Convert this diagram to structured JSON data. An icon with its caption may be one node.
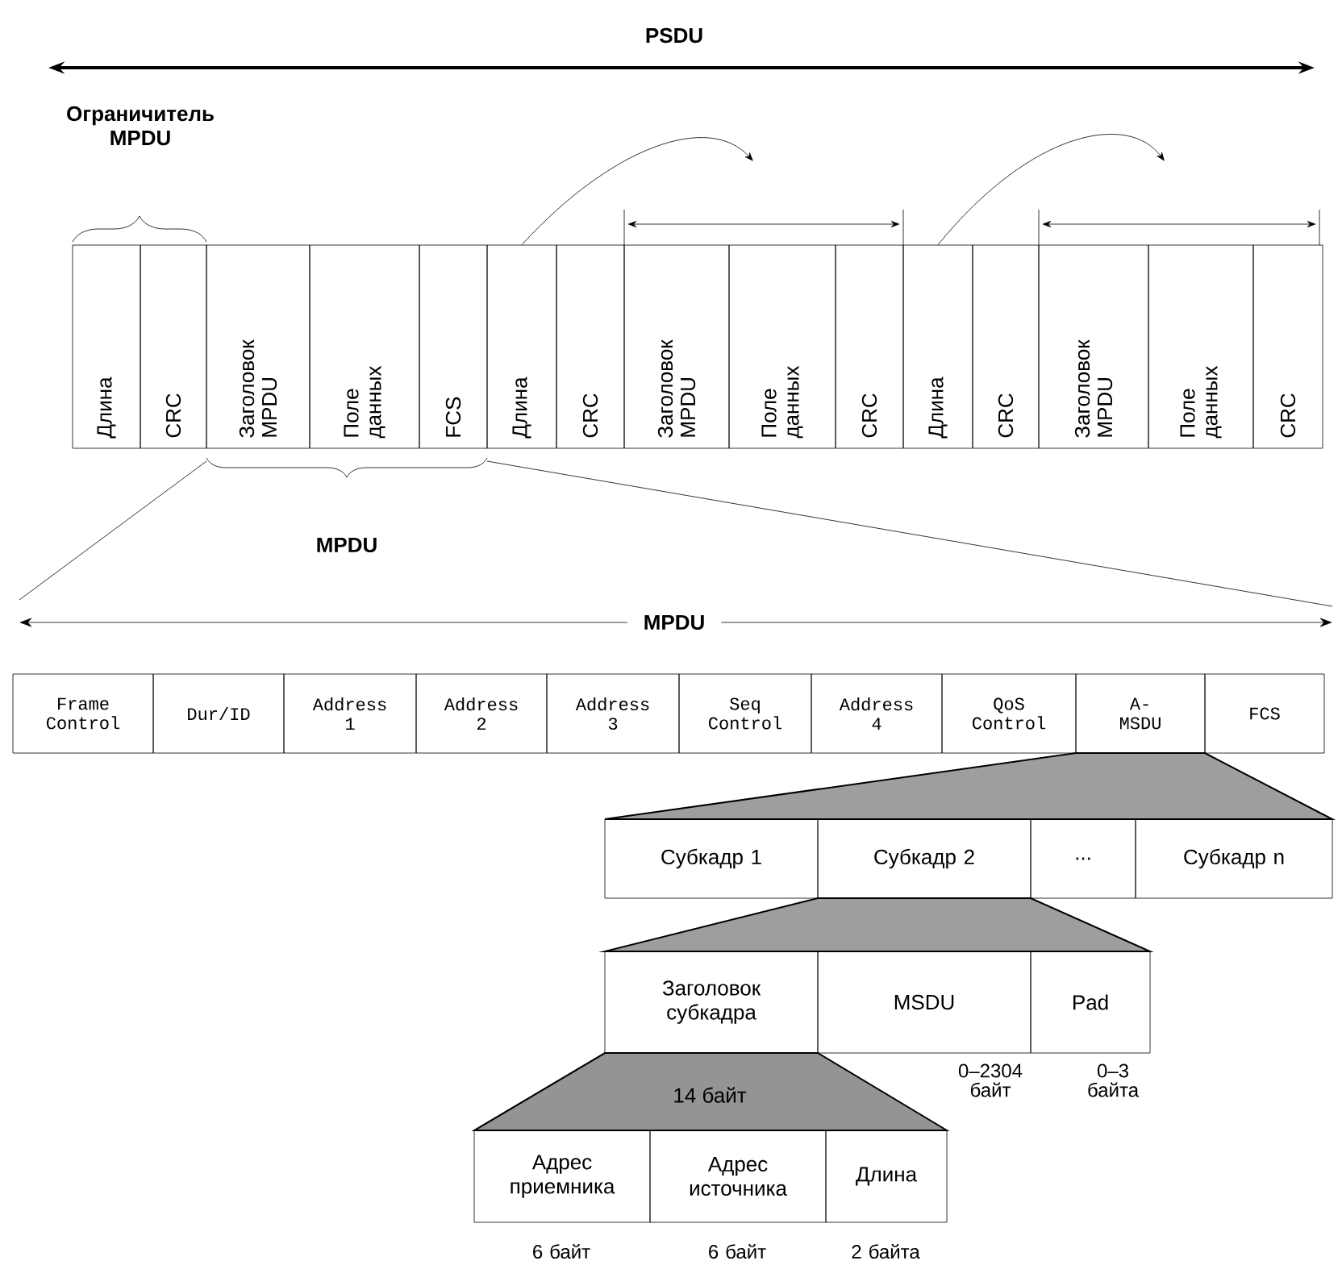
{
  "diagram": {
    "nodes": [
      {
        "text": [
          "Длина"
        ]
      },
      {
        "text": [
          "CRC"
        ]
      },
      {
        "text": [
          "Заголовок MPDU"
        ]
      },
      {
        "text": [
          "Поле данных"
        ]
      },
      {
        "text": [
          "FCS"
        ]
      },
      {
        "text": [
          "Длина"
        ]
      },
      {
        "text": [
          "CRC"
        ]
      },
      {
        "text": [
          "Заголовок MPDU"
        ]
      },
      {
        "text": [
          "Поле данных"
        ]
      },
      {
        "text": [
          "CRC"
        ]
      },
      {
        "text": [
          "Длина"
        ]
      },
      {
        "text": [
          "CRC"
        ]
      },
      {
        "text": [
          "Заголовок MPDU"
        ]
      },
      {
        "text": [
          "Поле данных"
        ]
      },
      {
        "text": [
          "CRC"
        ]
      },
      {
        "text": [
          "Frame Control"
        ]
      },
      {
        "text": [
          "Dur/ID"
        ]
      },
      {
        "text": [
          "Address 1"
        ]
      },
      {
        "text": [
          "Address 2"
        ]
      },
      {
        "text": [
          "Address 3"
        ]
      },
      {
        "text": [
          "Seq Control"
        ]
      },
      {
        "text": [
          "Address 4"
        ]
      },
      {
        "text": [
          "QoS Control"
        ]
      },
      {
        "text": [
          "A- MSDU"
        ]
      },
      {
        "text": [
          "FCS"
        ]
      },
      {
        "text": [
          "Субкадр 1"
        ]
      },
      {
        "text": [
          "Субкадр 2"
        ]
      },
      {
        "text": [
          "..."
        ]
      },
      {
        "text": [
          "Субкадр n"
        ]
      },
      {
        "text": [
          "Заголовок субкадра"
        ]
      },
      {
        "text": [
          "MSDU"
        ],
        "beside": [
          "0–2304 байт"
        ]
      },
      {
        "text": [
          "Pad"
        ],
        "beside": [
          "0–3 байта"
        ]
      },
      {
        "text": [
          "14 байт"
        ]
      },
      {
        "text": [
          "Адрес приемника"
        ],
        "beside": [
          "6 байт"
        ]
      },
      {
        "text": [
          "Адрес источника"
        ],
        "beside": [
          "6 байт"
        ]
      },
      {
        "text": [
          "Длина"
        ],
        "beside": [
          "2 байта"
        ]
      },
      {
        "text": [],
        "shape": "trapezoid"
      },
      {
        "text": [],
        "shape": "trapezoid"
      }
    ],
    "edges": [
      {
        "from": 5,
        "to": null,
        "arrow": "to"
      },
      {
        "from": 10,
        "to": null,
        "arrow": "to"
      }
    ],
    "labels": [
      "PSDU",
      "Ограничитель MPDU",
      "MPDU",
      "MPDU"
    ]
  }
}
